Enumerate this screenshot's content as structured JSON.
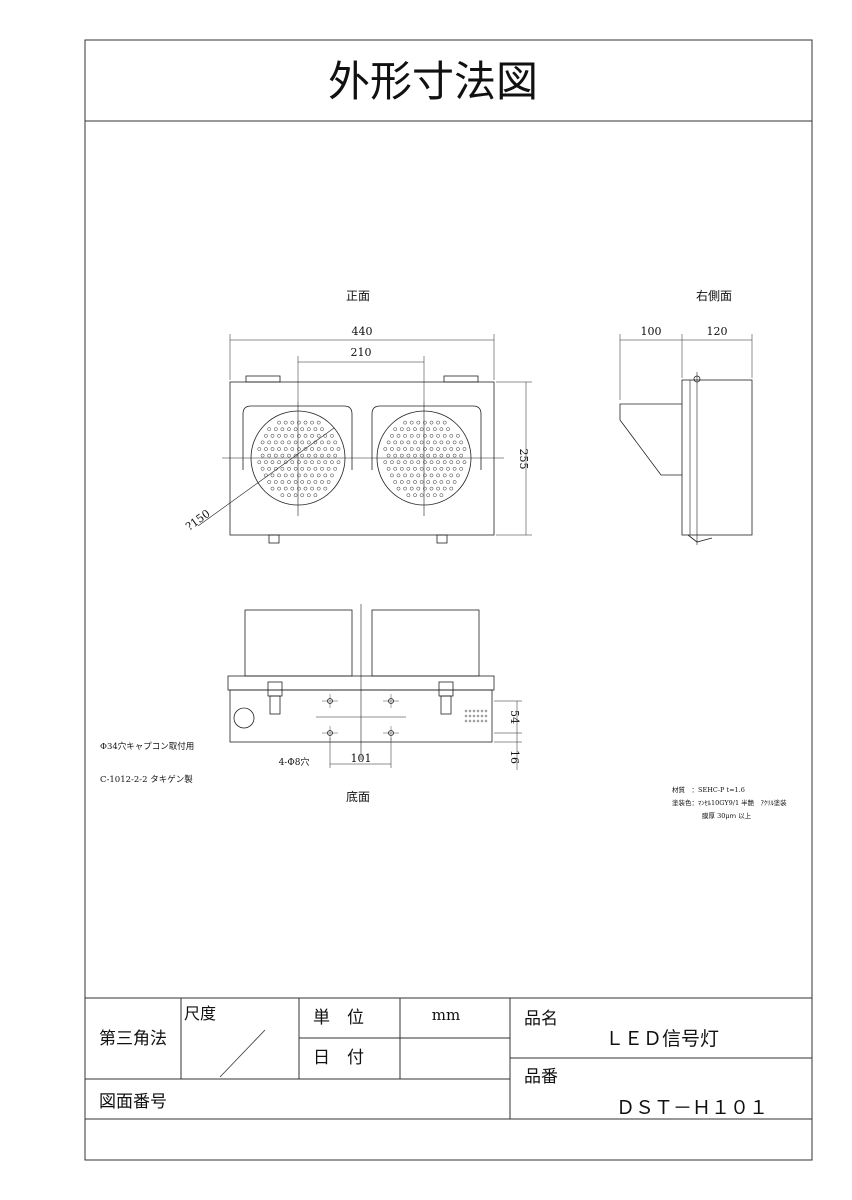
{
  "title": "外形寸法図",
  "views": {
    "front": "正面",
    "right_side": "右側面",
    "bottom": "底面"
  },
  "dimensions": {
    "width_440": "440",
    "pitch_210": "210",
    "height_255": "255",
    "dia_150": "?150",
    "side_100": "100",
    "side_120": "120",
    "bottom_101": "101",
    "bottom_54": "54",
    "bottom_16": "16"
  },
  "notes": {
    "hole_4": "4-Φ8穴",
    "cap_mount": "Φ34穴キャプコン取付用",
    "cap_part": "C-1012-2-2 タキゲン製",
    "material": "材質　：SEHC-P t=1.6",
    "paint": "塗装色：ﾏﾝｾﾙ10GY9/1 半艶　ｱｸﾘﾙ塗装",
    "thickness": "膜厚 30μｍ 以上"
  },
  "title_block": {
    "projection": "第三角法",
    "scale_label": "尺度",
    "unit_label": "単　位",
    "unit_value": "mm",
    "date_label": "日　付",
    "product_name_label": "品名",
    "product_name": "ＬＥＤ信号灯",
    "drawing_no_label": "図面番号",
    "part_no_label": "品番",
    "part_no": "ＤＳＴ－Ｈ１０１"
  }
}
